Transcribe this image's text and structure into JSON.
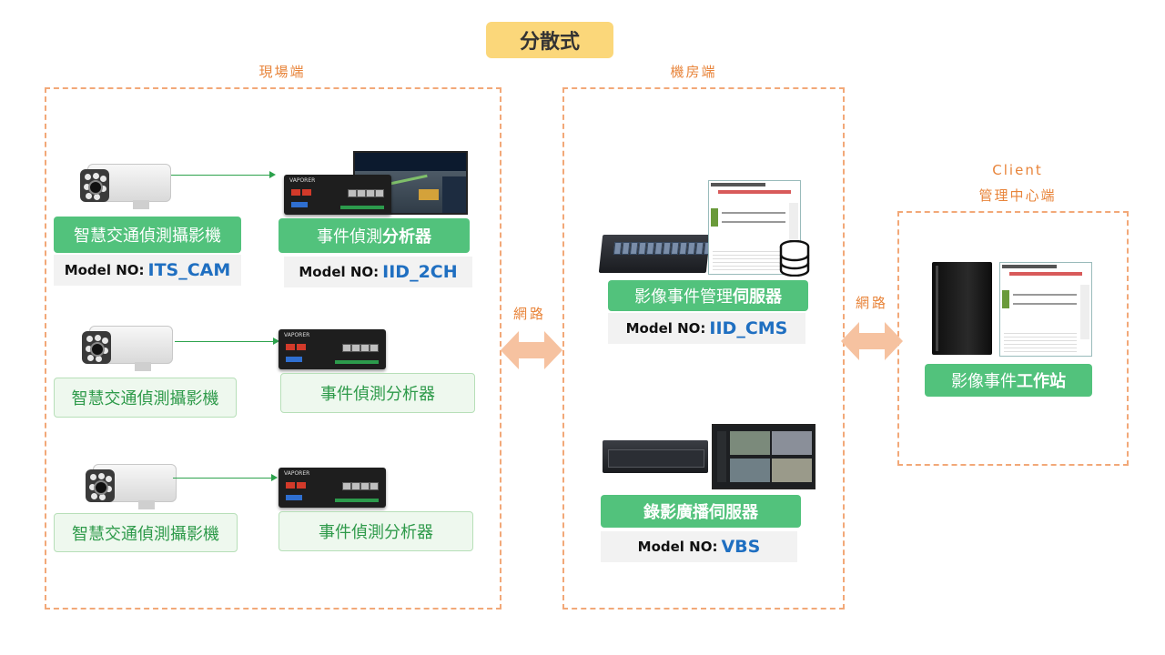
{
  "title": "分散式",
  "zones": {
    "field": "現場端",
    "room": "機房端",
    "client_line1": "Client",
    "client_line2": "管理中心端"
  },
  "network_label": "網路",
  "field_rows": [
    {
      "camera_label": "智慧交通偵測攝影機",
      "camera_model_prefix": "Model NO:",
      "camera_model": "ITS_CAM",
      "analyzer_label_a": "事件偵測",
      "analyzer_label_b": "分析器",
      "analyzer_model_prefix": "Model NO:",
      "analyzer_model": "IID_2CH"
    },
    {
      "camera_label": "智慧交通偵測攝影機",
      "analyzer_label": "事件偵測分析器"
    },
    {
      "camera_label": "智慧交通偵測攝影機",
      "analyzer_label": "事件偵測分析器"
    }
  ],
  "room": {
    "cms_label_a": "影像事件管理",
    "cms_label_b": "伺服器",
    "cms_model_prefix": "Model NO:",
    "cms_model": "IID_CMS",
    "vbs_label": "錄影廣播伺服器",
    "vbs_model_prefix": "Model NO:",
    "vbs_model": "VBS"
  },
  "client": {
    "workstation_label_a": "影像事件",
    "workstation_label_b": "工作站"
  },
  "device_brand": "VAPORER",
  "colors": {
    "title_bg": "#fbd77a",
    "zone_border": "#f2a878",
    "zone_text": "#e8843a",
    "green": "#52c27c",
    "model_blue": "#1f6fc1",
    "arrow_green": "#2ca24c",
    "double_arrow": "#f6c2a0"
  }
}
